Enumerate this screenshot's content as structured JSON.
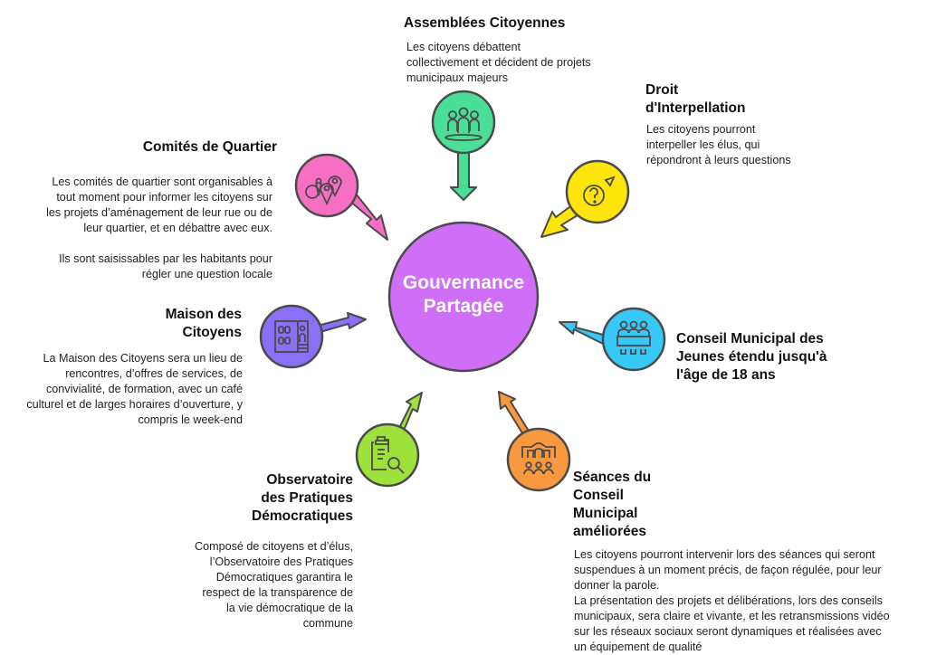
{
  "center": {
    "label": "Gouvernance\nPartagée",
    "color": "#cf6ff7"
  },
  "nodes": [
    {
      "id": "assemblees",
      "title": "Assemblées Citoyennes",
      "description": "Les citoyens débattent\ncollectivement et décident de projets\nmunicipaux majeurs",
      "icon": "people-group-icon",
      "color": "#4ade96"
    },
    {
      "id": "interpellation",
      "title": "Droit\nd'Interpellation",
      "description": "Les citoyens pourront\ninterpeller les élus, qui\nrépondront à leurs questions",
      "icon": "question-bubble-icon",
      "color": "#fde50c"
    },
    {
      "id": "comites",
      "title": "Comités de Quartier",
      "description": "Les comités de quartier sont organisables à\ntout moment pour informer les citoyens sur\nles projets d’aménagement de leur rue ou de\nleur quartier, et en débattre avec eux.\n\nIls sont saisissables par les habitants pour\nrégler une question locale",
      "icon": "map-pins-icon",
      "color": "#f76fc4"
    },
    {
      "id": "maison",
      "title": "Maison des\nCitoyens",
      "description": "La Maison des Citoyens sera un lieu de\nrencontres, d’offres de services, de\nconvivialité, de formation, avec un café\nculturel et de larges horaires d’ouverture, y\ncompris le week-end",
      "icon": "building-icon",
      "color": "#8b6ff7"
    },
    {
      "id": "conseil-jeunes",
      "title": "Conseil Municipal des\nJeunes étendu jusqu'à\nl'âge de 18 ans",
      "description": "",
      "icon": "council-table-icon",
      "color": "#38c8f5"
    },
    {
      "id": "seances",
      "title": "Séances du\nConseil\nMunicipal\naméliorées",
      "description": "Les citoyens pourront intervenir lors des séances qui seront\nsuspendues à un moment précis, de façon régulée, pour leur\ndonner la parole.\nLa présentation des projets et délibérations, lors des conseils\nmunicipaux, sera claire et vivante, et les retransmissions vidéo\nsur les réseaux sociaux seront dynamiques et réalisées avec\nun équipement de qualité",
      "icon": "assembly-hall-icon",
      "color": "#f8993f"
    },
    {
      "id": "observatoire",
      "title": "Observatoire\ndes Pratiques\nDémocratiques",
      "description": "Composé de citoyens et d’élus,\nl’Observatoire des Pratiques\nDémocratiques garantira le\nrespect de la transparence de\nla vie démocratique de la\ncommune",
      "icon": "clipboard-search-icon",
      "color": "#9ee03c"
    }
  ],
  "stroke_color": "#4a4a4a"
}
